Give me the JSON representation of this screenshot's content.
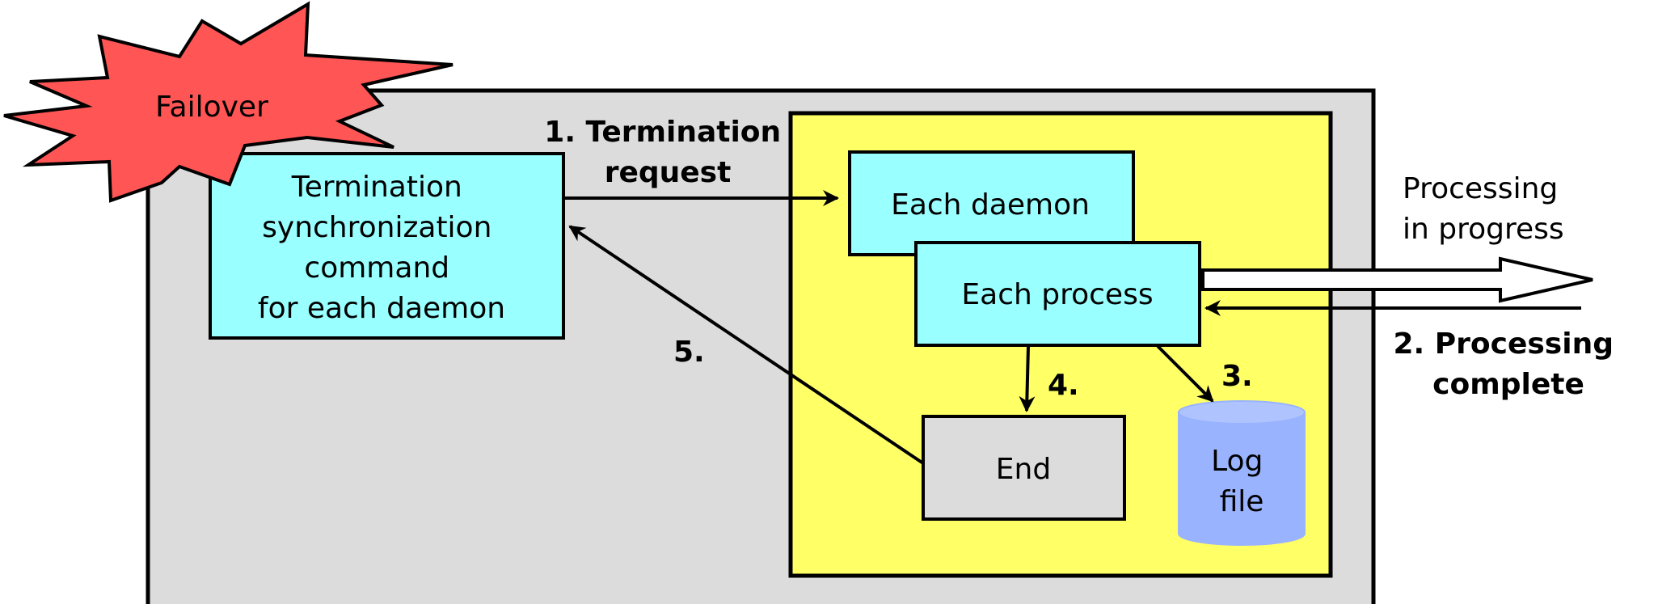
{
  "failover": {
    "label": "Failover"
  },
  "sync_command": {
    "lines": [
      "Termination",
      "synchronization",
      "command",
      "for each daemon"
    ]
  },
  "each_daemon": {
    "label": "Each daemon"
  },
  "each_process": {
    "label": "Each process"
  },
  "end_box": {
    "label": "End"
  },
  "log_file": {
    "lines": [
      "Log",
      "file"
    ]
  },
  "steps": {
    "step1": [
      "1. Termination",
      "request"
    ],
    "step2": [
      "2. Processing",
      "complete"
    ],
    "step3": "3.",
    "step4": "4.",
    "step5": "5."
  },
  "processing_in_progress": {
    "lines": [
      "Processing",
      "in progress"
    ]
  },
  "colors": {
    "outer_box": "#DCDCDC",
    "inner_box": "#FFFF66",
    "cyan_box": "#99FFFF",
    "end_box": "#DCDCDC",
    "log_file": "#99B3FF",
    "log_file_top": "#AFC4FF",
    "failover": "#FF5555"
  }
}
